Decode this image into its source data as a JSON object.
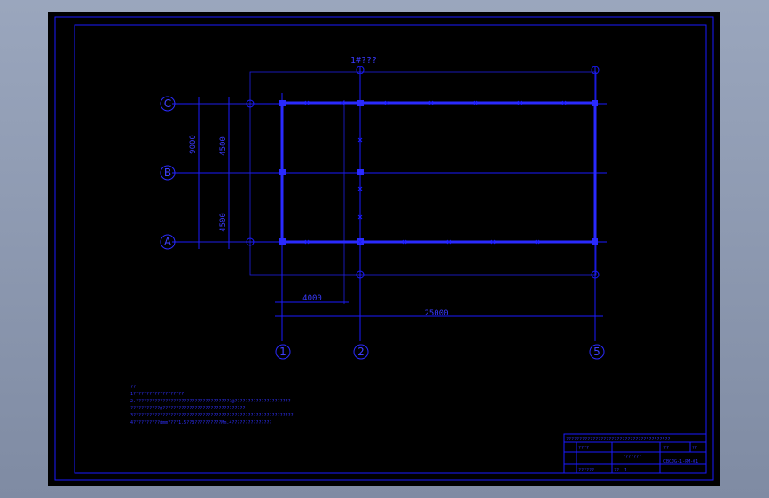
{
  "drawing": {
    "title_top": "1#???",
    "grid_rows": [
      "C",
      "B",
      "A"
    ],
    "grid_cols": [
      "1",
      "2",
      "5"
    ],
    "dims": {
      "left_outer": "9000",
      "left_upper": "4500",
      "left_lower": "4500",
      "bottom_short": "4000",
      "bottom_long": "25000"
    },
    "notes": [
      "??:",
      "1???????????????????",
      "2.????????????????????????????????????@?????????????????????",
      "???????????@???????????????????????????????",
      "3????????????????????????????????????????????????????????????",
      "4??????????@mm????1.5??3??????????Mm.4???????????????"
    ]
  },
  "title_block": {
    "header": "???????????????????????????????????????",
    "drawing_name": "???????",
    "project_label": "????",
    "code": "CBCJG-1-PM-01",
    "cell_a": "??",
    "cell_b": "??",
    "scale_label": "??",
    "scale_value": "1",
    "designer": "??????"
  },
  "colors": {
    "line": "#1a1aff",
    "background": "#000000",
    "frame_bg": "#8d98b0"
  }
}
